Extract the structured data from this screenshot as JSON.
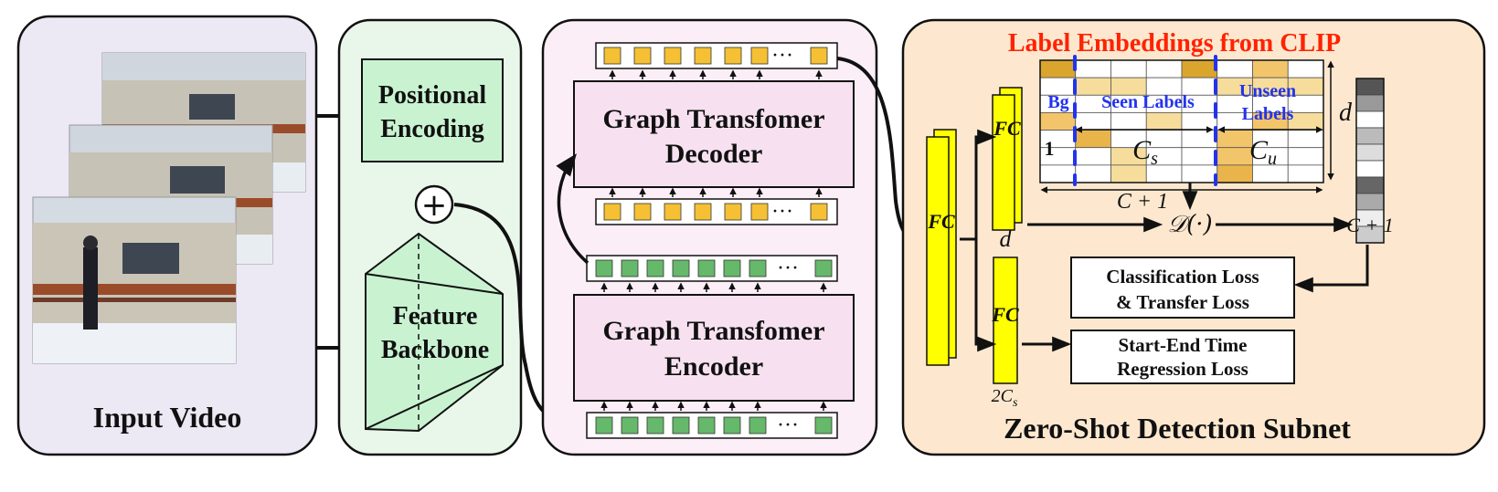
{
  "input_panel": {
    "label": "Input Video",
    "bg": "#ece8f4"
  },
  "encoding_panel": {
    "bg": "#e9f7ea",
    "positional_encoding": [
      "Positional",
      "Encoding"
    ],
    "plus_symbol": "+",
    "feature_backbone": [
      "Feature",
      "Backbone"
    ]
  },
  "transformer_panel": {
    "bg": "#fbeef7",
    "decoder_label": [
      "Graph Transfomer",
      "Decoder"
    ],
    "encoder_label": [
      "Graph Transfomer",
      "Encoder"
    ],
    "ellipsis": "···"
  },
  "detection_panel": {
    "bg": "#fde8cf",
    "title": "Zero-Shot Detection Subnet",
    "clip_title": "Label Embeddings from CLIP",
    "fc": "FC",
    "bg_label": "Bg",
    "seen_labels": "Seen Labels",
    "unseen_labels": [
      "Unseen",
      "Labels"
    ],
    "one": "1",
    "cs": "C",
    "cs_sub": "s",
    "cu": "C",
    "cu_sub": "u",
    "d": "d",
    "c_plus_1": "C + 1",
    "d_func": "𝒟(·)",
    "d_label": "d",
    "two_cs": "2C",
    "two_cs_sub": "s",
    "classification_loss": [
      "Classification Loss",
      "& Transfer Loss"
    ],
    "regression_loss": [
      "Start-End Time",
      "Regression Loss"
    ]
  },
  "colors": {
    "yellow_token": "#f5c033",
    "green_token": "#66b86a",
    "fc_yellow": "#ffff00",
    "clip_red": "#ff2200",
    "label_blue": "#2233ee"
  }
}
